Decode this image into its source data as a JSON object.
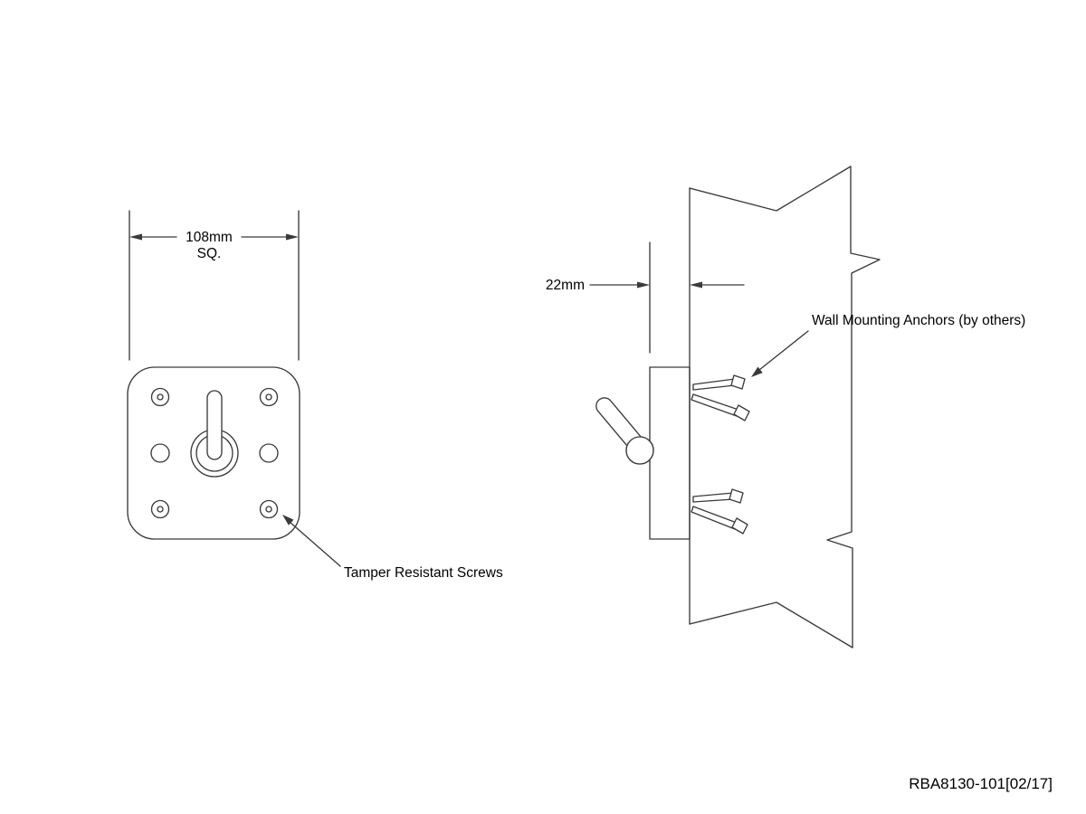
{
  "drawing": {
    "front_view": {
      "dimension_value": "108mm",
      "dimension_suffix": "SQ.",
      "screw_callout": "Tamper Resistant Screws"
    },
    "side_view": {
      "thickness_dimension": "22mm",
      "anchor_callout": "Wall Mounting Anchors (by others)"
    },
    "title_block": {
      "part_number": "RBA8130-101[02/17]"
    },
    "colors": {
      "line": "#3a3a3a",
      "text": "#000000",
      "background": "#ffffff"
    }
  }
}
